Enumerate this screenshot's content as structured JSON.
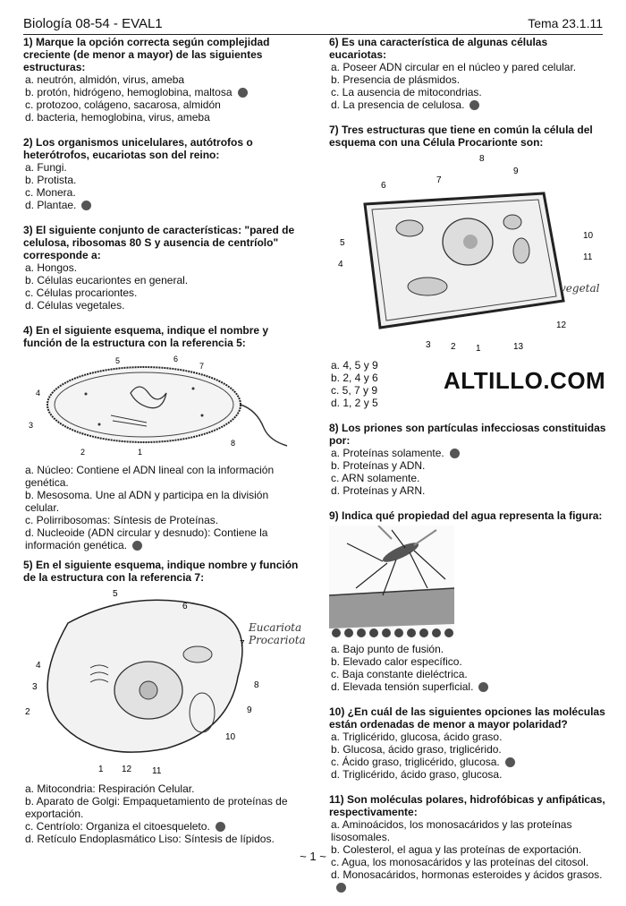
{
  "header": {
    "left": "Biología 08-54 - EVAL1",
    "right": "Tema 23.1.11"
  },
  "brand": "ALTILLO.COM",
  "footer": "~ 1 ~",
  "questions": {
    "q1": {
      "stem": "1) Marque la opción correcta según complejidad creciente (de menor a mayor) de las siguientes estructuras:",
      "options": [
        "a. neutrón, almidón, virus, ameba",
        "b. protón, hidrógeno, hemoglobina, maltosa",
        "c. protozoo, colágeno, sacarosa, almidón",
        "d. bacteria, hemoglobina, virus, ameba"
      ]
    },
    "q2": {
      "stem": "2) Los organismos unicelulares, autótrofos o heterótrofos, eucariotas son del reino:",
      "options": [
        "a. Fungi.",
        "b. Protista.",
        "c. Monera.",
        "d. Plantae."
      ]
    },
    "q3": {
      "stem": "3) El siguiente conjunto de características: \"pared de celulosa, ribosomas 80 S y ausencia de centríolo\" corresponde a:",
      "options": [
        "a. Hongos.",
        "b. Células eucariontes en general.",
        "c. Células procariontes.",
        "d. Células vegetales."
      ]
    },
    "q4": {
      "stem": "4) En el siguiente esquema, indique el nombre y función de la estructura con la referencia 5:",
      "options": [
        "a. Núcleo: Contiene el ADN lineal con la información genética.",
        "b. Mesosoma. Une al ADN y participa en la división celular.",
        "c. Polirribosomas: Síntesis de Proteínas.",
        "d. Nucleoide (ADN circular y desnudo): Contiene la información genética."
      ],
      "fig_labels": [
        "5",
        "6",
        "7",
        "1",
        "2",
        "3",
        "4",
        "8"
      ]
    },
    "q5": {
      "stem": "5) En el siguiente esquema, indique nombre y función de la estructura con la referencia 7:",
      "options": [
        "a. Mitocondria: Respiración Celular.",
        "b. Aparato de Golgi: Empaquetamiento de proteínas de exportación.",
        "c. Centríolo: Organiza el citoesqueleto.",
        "d. Retículo Endoplasmático Liso: Síntesis de lípidos."
      ],
      "fig_labels": [
        "5",
        "6",
        "7",
        "4",
        "3",
        "2",
        "8",
        "9",
        "10",
        "1",
        "12",
        "11"
      ],
      "handwriting": "Eucariota Procariota"
    },
    "q6": {
      "stem": "6) Es una característica de algunas células eucariotas:",
      "options": [
        "a. Poseer ADN circular en el núcleo y pared celular.",
        "b. Presencia de plásmidos.",
        "c. La ausencia de mitocondrias.",
        "d. La presencia de celulosa."
      ]
    },
    "q7": {
      "stem": "7) Tres estructuras que tiene en común la célula del esquema con una Célula Procarionte son:",
      "options": [
        "a. 4, 5 y 9",
        "b. 2, 4 y 6",
        "c. 5, 7 y 9",
        "d. 1, 2 y 5"
      ],
      "fig_labels": [
        "8",
        "9",
        "7",
        "6",
        "5",
        "4",
        "10",
        "11",
        "12",
        "3",
        "2",
        "1",
        "13"
      ],
      "handwriting": "vegetal"
    },
    "q8": {
      "stem": "8) Los priones son partículas infecciosas constituidas por:",
      "options": [
        "a. Proteínas solamente.",
        "b. Proteínas y ADN.",
        "c. ARN solamente.",
        "d. Proteínas y ARN."
      ]
    },
    "q9": {
      "stem": "9) Indica qué propiedad del agua representa la figura:",
      "options": [
        "a. Bajo punto de fusión.",
        "b. Elevado calor específico.",
        "c. Baja constante dieléctrica.",
        "d. Elevada tensión superficial."
      ]
    },
    "q10": {
      "stem": "10) ¿En cuál de las siguientes opciones las moléculas están ordenadas de menor a mayor polaridad?",
      "options": [
        "a. Triglicérido, glucosa, ácido graso.",
        "b. Glucosa, ácido graso, triglicérido.",
        "c. Ácido graso, triglicérido, glucosa.",
        "d. Triglicérido, ácido graso, glucosa."
      ]
    },
    "q11": {
      "stem": "11) Son moléculas polares, hidrofóbicas y anfipáticas, respectivamente:",
      "options": [
        "a. Aminoácidos, los monosacáridos y las proteínas lisosomales.",
        "b. Colesterol, el agua y las proteínas de exportación.",
        "c. Agua, los monosacáridos y las proteínas del citosol.",
        "d. Monosacáridos, hormonas esteroides y ácidos grasos."
      ]
    }
  }
}
